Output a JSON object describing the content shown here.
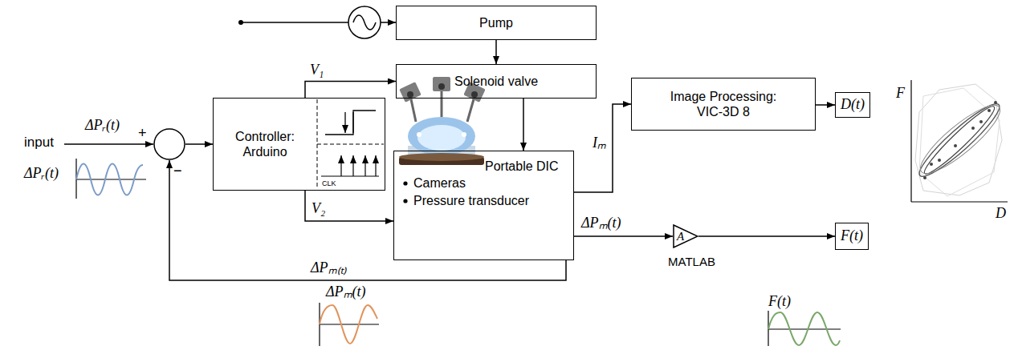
{
  "diagram": {
    "nodes": [
      {
        "text": [
          "Pump"
        ]
      },
      {
        "text": [
          "Solenoid valve"
        ]
      },
      {
        "text": [
          "+",
          "−"
        ]
      },
      {
        "text": [
          "Controller: Arduino"
        ]
      },
      {
        "text": [
          "Portable DIC",
          "Cameras",
          "Pressure transducer"
        ]
      },
      {
        "text": [
          "Image Processing: VIC-3D 8"
        ]
      },
      {
        "text": [
          "D(t)"
        ]
      },
      {
        "text": [
          "A"
        ]
      },
      {
        "text": [
          "F(t)"
        ]
      }
    ],
    "edges": [
      {
        "from": 0,
        "to": 1,
        "arrow": "to"
      },
      {
        "from": 1,
        "to": 4,
        "arrow": "to"
      },
      {
        "from": 2,
        "to": 3,
        "arrow": "to"
      },
      {
        "from": 3,
        "to": 1,
        "label": "V₁",
        "arrow": "to"
      },
      {
        "from": 3,
        "to": 4,
        "label": "V₂",
        "arrow": "to"
      },
      {
        "from": 4,
        "to": 5,
        "label": "Iₘ",
        "arrow": "to"
      },
      {
        "from": 5,
        "to": 6,
        "arrow": "to"
      },
      {
        "from": 4,
        "to": 7,
        "label": "ΔPₘ(t)",
        "arrow": "to"
      },
      {
        "from": 7,
        "to": 8,
        "arrow": "to"
      },
      {
        "from": 4,
        "to": 2,
        "label": "ΔPₘ₍ₜ₎",
        "arrow": "to"
      }
    ],
    "labels": [
      "input",
      "ΔPᵣ(t)",
      "ΔPᵣ(t)",
      "CLK",
      "ΔPₘ(t)",
      "MATLAB",
      "F(t)",
      "F",
      "D"
    ]
  }
}
